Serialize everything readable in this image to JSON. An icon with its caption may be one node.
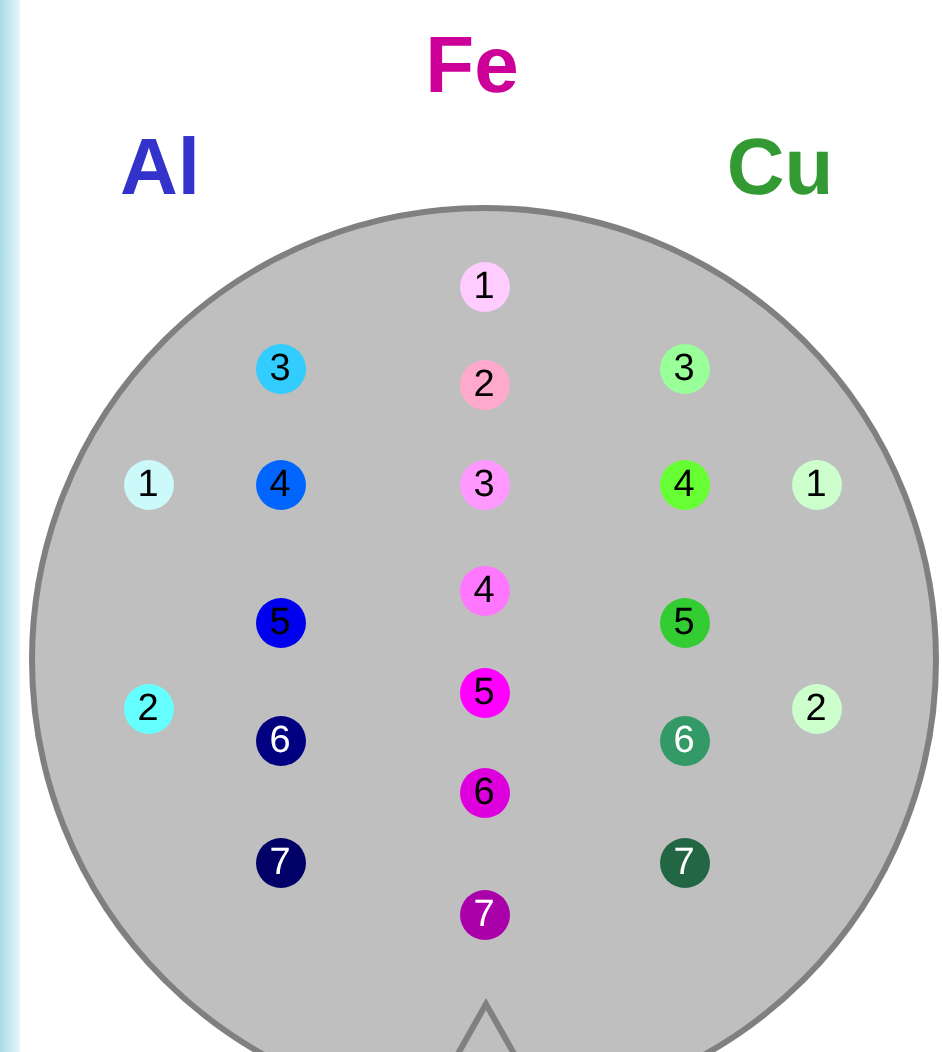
{
  "diagram": {
    "nodes": [
      {
        "text": [],
        "shape": "circle"
      },
      {
        "text": [
          "1"
        ],
        "in": 0
      },
      {
        "text": [
          "3"
        ],
        "in": 0
      },
      {
        "text": [
          "2"
        ],
        "in": 0
      },
      {
        "text": [
          "3"
        ],
        "in": 0
      },
      {
        "text": [
          "1"
        ],
        "in": 0
      },
      {
        "text": [
          "4"
        ],
        "in": 0
      },
      {
        "text": [
          "3"
        ],
        "in": 0
      },
      {
        "text": [
          "4"
        ],
        "in": 0
      },
      {
        "text": [
          "1"
        ],
        "in": 0
      },
      {
        "text": [
          "4"
        ],
        "in": 0
      },
      {
        "text": [
          "5"
        ],
        "in": 0
      },
      {
        "text": [
          "5"
        ],
        "in": 0
      },
      {
        "text": [
          "5"
        ],
        "in": 0
      },
      {
        "text": [
          "2"
        ],
        "in": 0
      },
      {
        "text": [
          "2"
        ],
        "in": 0
      },
      {
        "text": [
          "6"
        ],
        "in": 0
      },
      {
        "text": [
          "6"
        ],
        "in": 0
      },
      {
        "text": [
          "6"
        ],
        "in": 0
      },
      {
        "text": [
          "7"
        ],
        "in": 0
      },
      {
        "text": [
          "7"
        ],
        "in": 0
      },
      {
        "text": [
          "7"
        ],
        "in": 0
      }
    ],
    "labels": [
      "Fe",
      "Al",
      "Cu"
    ]
  }
}
